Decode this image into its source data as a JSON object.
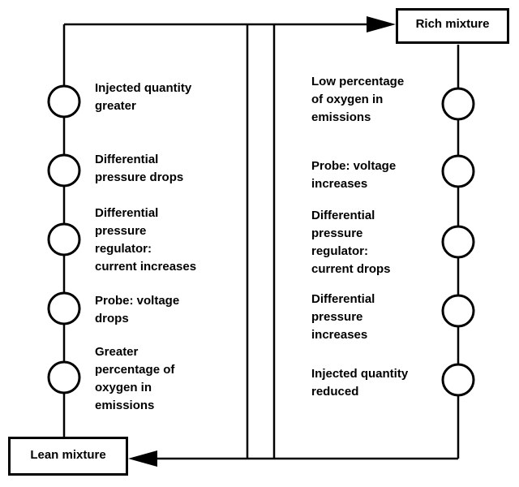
{
  "states": {
    "rich": "Rich mixture",
    "lean": "Lean mixture"
  },
  "left_steps": [
    "Injected quantity\ngreater",
    "Differential\npressure drops",
    "Differential\npressure\nregulator:\ncurrent increases",
    "Probe: voltage\ndrops",
    "Greater\npercentage of\noxygen in\nemissions"
  ],
  "right_steps": [
    "Low percentage\nof oxygen in\nemissions",
    "Probe: voltage\nincreases",
    "Differential\npressure\nregulator:\ncurrent drops",
    "Differential\npressure\nincreases",
    "Injected quantity\nreduced"
  ]
}
